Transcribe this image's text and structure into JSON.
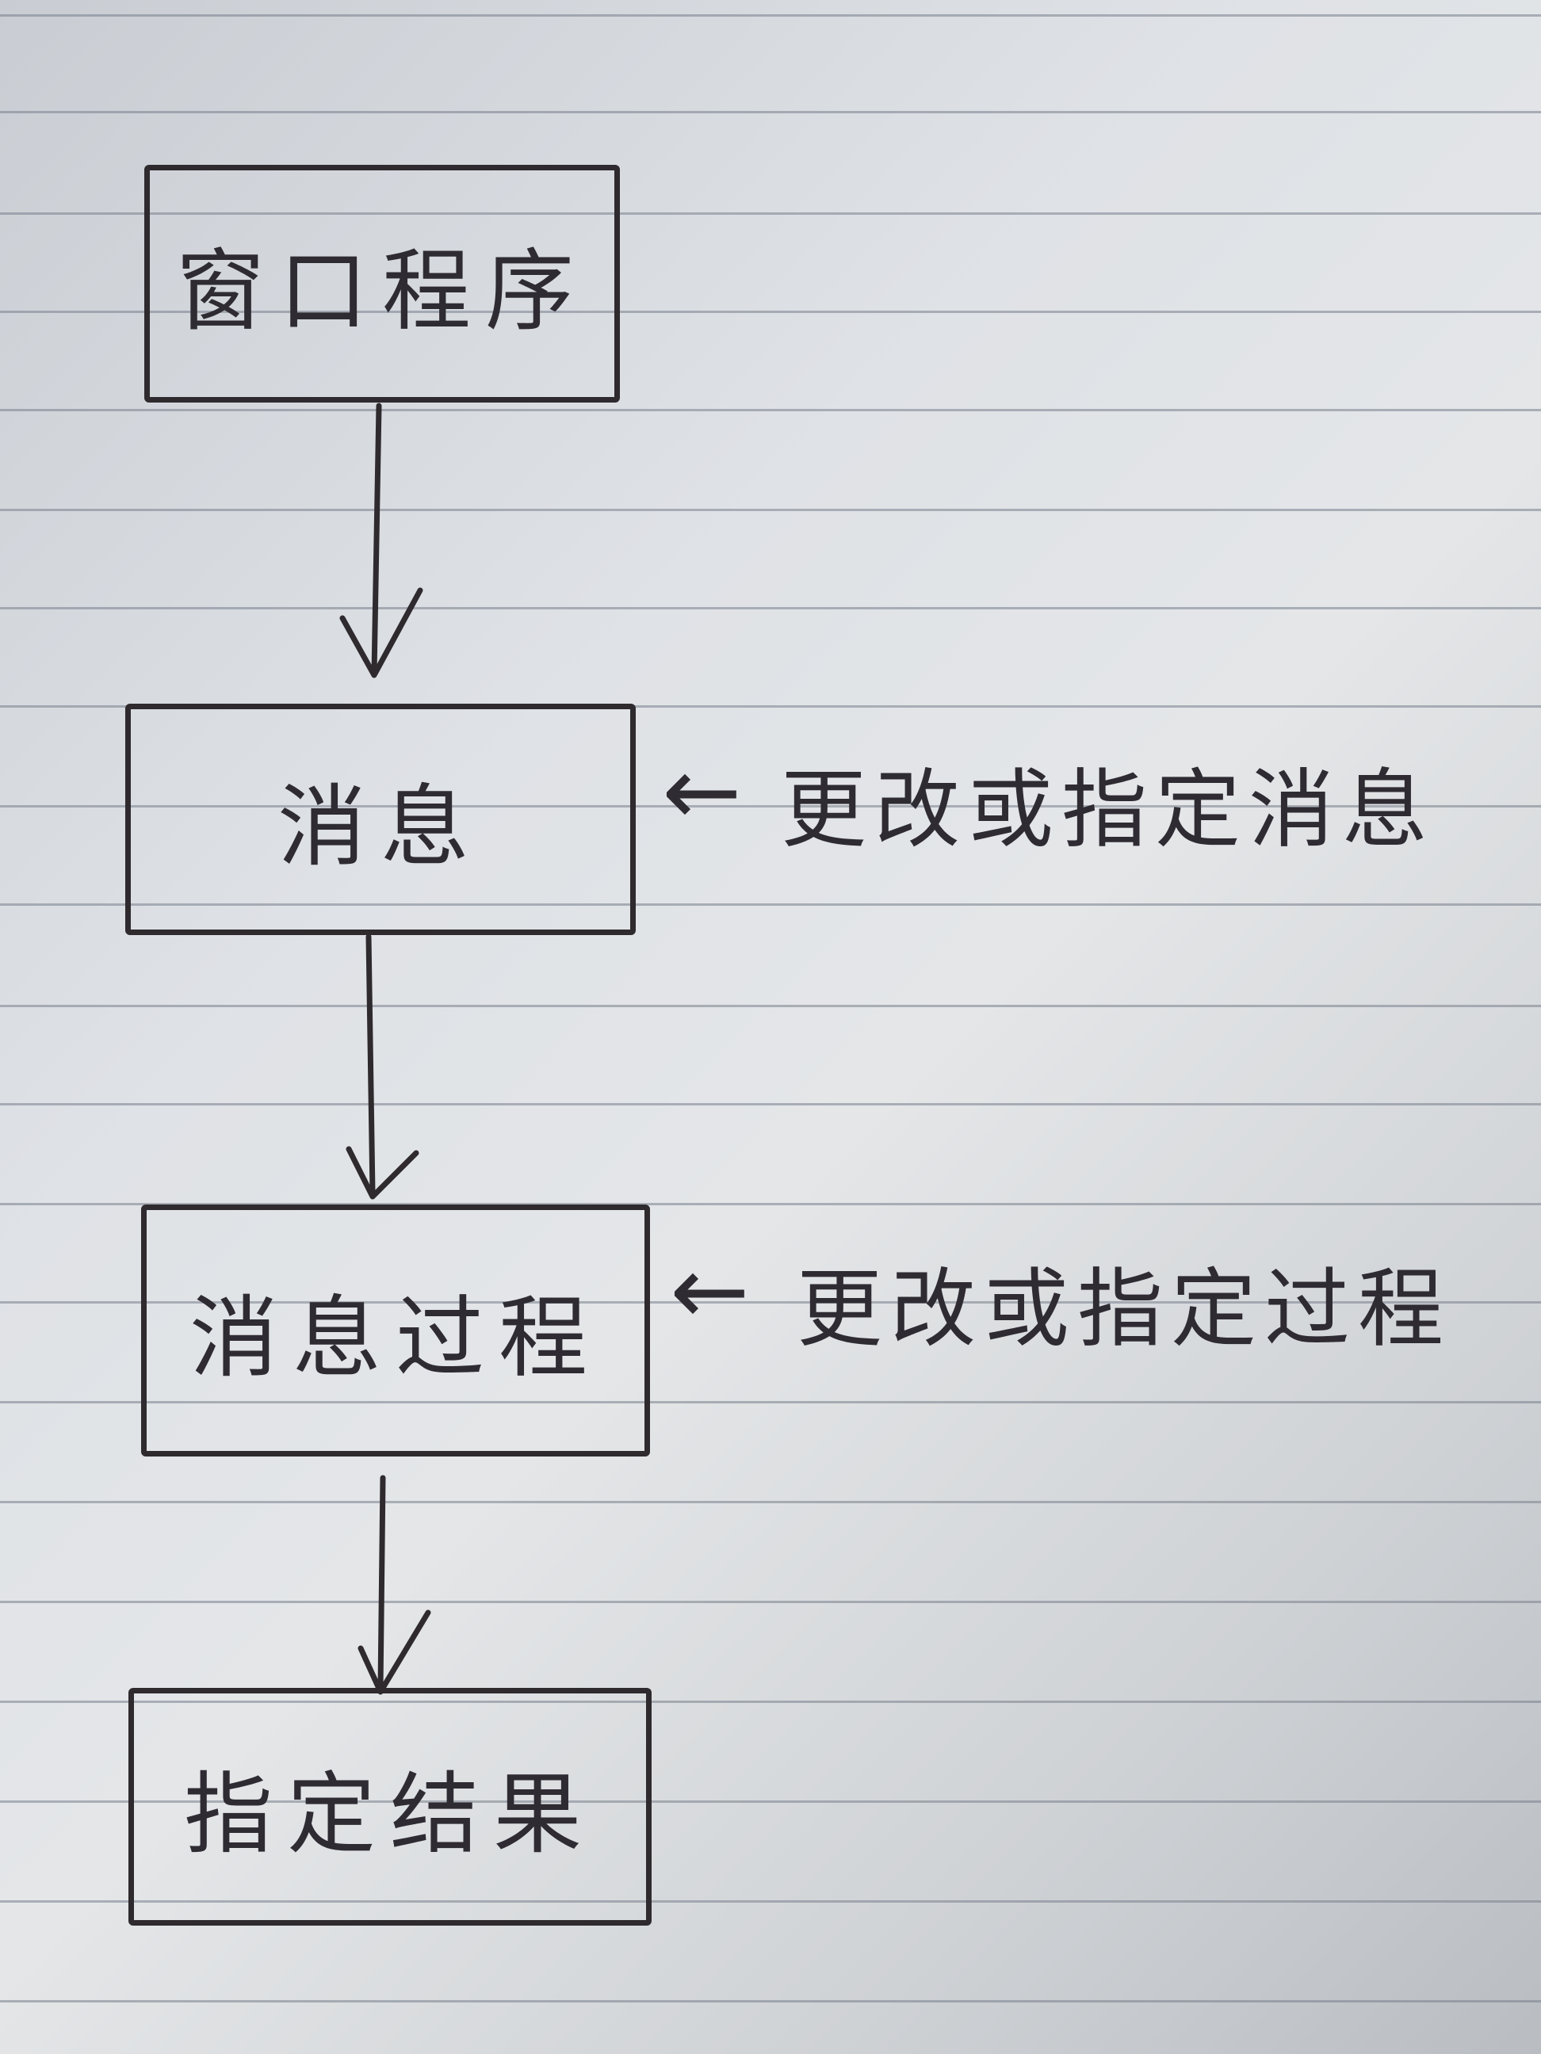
{
  "diagram": {
    "nodes": [
      {
        "id": "window-program",
        "label": "窗口程序"
      },
      {
        "id": "message",
        "label": "消息"
      },
      {
        "id": "message-procedure",
        "label": "消息过程"
      },
      {
        "id": "execution-result",
        "label": "指定结果"
      }
    ],
    "annotations": [
      {
        "target": "message",
        "arrow": "←",
        "text": "更改或指定消息"
      },
      {
        "target": "message-procedure",
        "arrow": "←",
        "text": "更改或指定过程"
      }
    ],
    "edges": [
      {
        "from": "window-program",
        "to": "message"
      },
      {
        "from": "message",
        "to": "message-procedure"
      },
      {
        "from": "message-procedure",
        "to": "execution-result"
      }
    ]
  },
  "colors": {
    "ink": "#2e2a2e",
    "paper": "#e0e3e6",
    "rule_line": "#7a8290"
  }
}
